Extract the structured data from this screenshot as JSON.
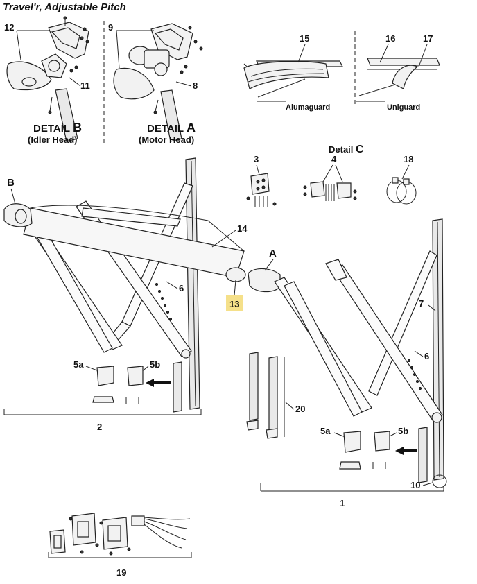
{
  "title": "Travel'r, Adjustable Pitch",
  "details": {
    "b": {
      "label": "DETAIL",
      "letter": "B",
      "sub": "(Idler Head)"
    },
    "a": {
      "label": "DETAIL",
      "letter": "A",
      "sub": "(Motor Head)"
    },
    "c": {
      "label": "Detail",
      "letter": "C"
    }
  },
  "guards": {
    "alumaguard": "Alumaguard",
    "uniguard": "Uniguard"
  },
  "callouts": {
    "p1": "1",
    "p2": "2",
    "p3": "3",
    "p4": "4",
    "p5a": "5a",
    "p5b": "5b",
    "p5a_r": "5a",
    "p5b_r": "5b",
    "p6": "6",
    "p6_r": "6",
    "p7": "7",
    "p8": "8",
    "p9": "9",
    "p10": "10",
    "p11": "11",
    "p12": "12",
    "p13": "13",
    "p14": "14",
    "p15": "15",
    "p16": "16",
    "p17": "17",
    "p18": "18",
    "p19": "19",
    "p20": "20",
    "head_a": "A",
    "head_b": "B"
  },
  "highlight_color": "#f5e08a"
}
